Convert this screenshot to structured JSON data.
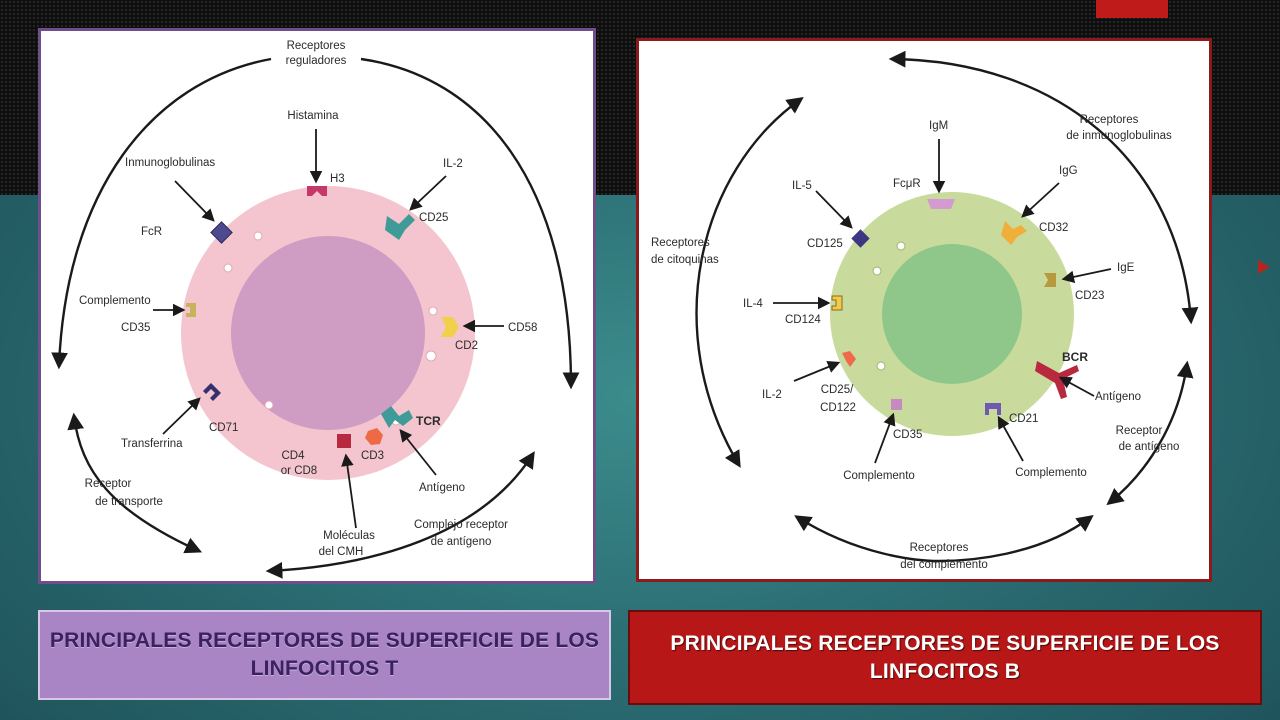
{
  "t_diagram": {
    "regulatory_receptors": [
      "Receptores",
      "reguladores"
    ],
    "histamine": "Histamina",
    "h3": "H3",
    "immunoglobulins": "Inmunoglobulinas",
    "fcr": "FcR",
    "il2": "IL-2",
    "cd25": "CD25",
    "complement": "Complemento",
    "cd35": "CD35",
    "cd58": "CD58",
    "cd2": "CD2",
    "cd71": "CD71",
    "transferrin": "Transferrina",
    "tcr": "TCR",
    "cd4_cd8": [
      "CD4",
      "or CD8"
    ],
    "cd3": "CD3",
    "antigen": "Antígeno",
    "transport_receptor": [
      "Receptor",
      "de transporte"
    ],
    "mhc_molecules": [
      "Moléculas",
      "del CMH"
    ],
    "antigen_receptor_complex": [
      "Complejo receptor",
      "de antígeno"
    ]
  },
  "b_diagram": {
    "ig_receptors": [
      "Receptores",
      "de inmunoglobulinas"
    ],
    "igm": "IgM",
    "fcmur": "FcμR",
    "igg": "IgG",
    "cd32": "CD32",
    "il5": "IL-5",
    "cd125": "CD125",
    "ige": "IgE",
    "cd23": "CD23",
    "cytokine_receptors": [
      "Receptores",
      "de citoquinas"
    ],
    "il4": "IL-4",
    "cd124": "CD124",
    "bcr": "BCR",
    "antigen": "Antígeno",
    "il2": "IL-2",
    "cd25_cd122": [
      "CD25/",
      "CD122"
    ],
    "cd35": "CD35",
    "cd21": "CD21",
    "antigen_receptor": [
      "Receptor",
      "de antígeno"
    ],
    "complement_left": "Complemento",
    "complement_right": "Complemento",
    "complement_receptors": [
      "Receptores",
      "del complemento"
    ]
  },
  "captions": {
    "t": [
      "PRINCIPALES RECEPTORES DE SUPERFICIE DE LOS",
      "LINFOCITOS T"
    ],
    "b": [
      "PRINCIPALES RECEPTORES DE SUPERFICIE DE LOS",
      "LINFOCITOS B"
    ]
  },
  "colors": {
    "t_cell_outer": "#f4c5cf",
    "t_cell_nucleus": "#cf9cc4",
    "b_cell_outer": "#c9db9c",
    "b_cell_nucleus": "#8fc68a",
    "t_border": "#6e4f8b",
    "b_border": "#8b1a1a",
    "t_caption_bg": "#a985c6",
    "b_caption_bg": "#b81717"
  }
}
